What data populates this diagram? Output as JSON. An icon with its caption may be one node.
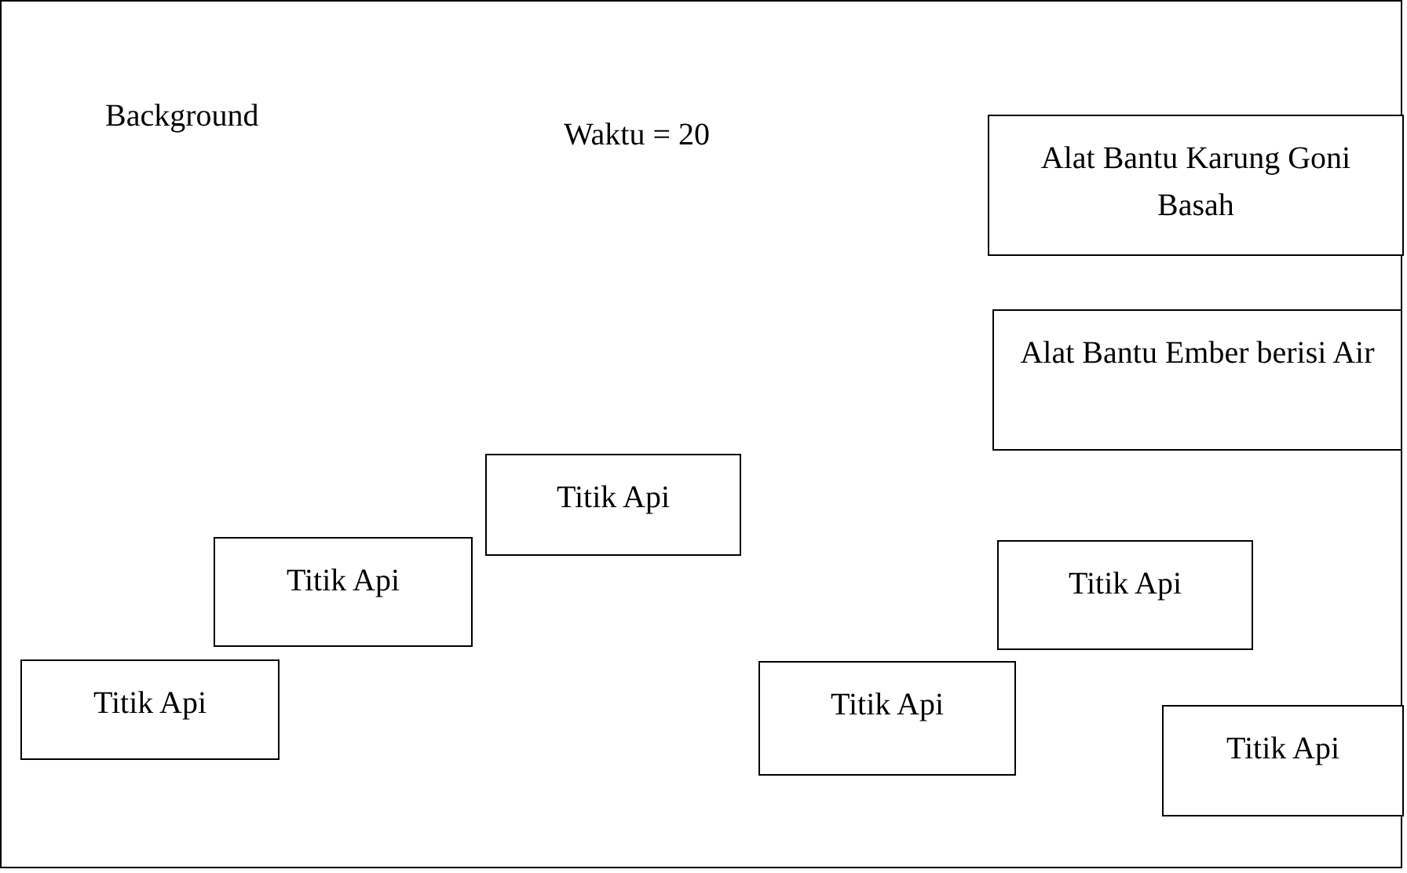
{
  "diagram": {
    "nodes": [
      {
        "text": [
          "Background"
        ]
      },
      {
        "text": [
          "Alat Bantu Karung Goni Basah"
        ],
        "in": 0
      },
      {
        "text": [
          "Alat Bantu Ember berisi Air"
        ],
        "in": 0
      },
      {
        "text": [
          "Titik Api"
        ],
        "in": 0
      },
      {
        "text": [
          "Titik Api"
        ],
        "in": 0
      },
      {
        "text": [
          "Titik Api"
        ],
        "in": 0
      },
      {
        "text": [
          "Titik Api"
        ],
        "in": 0
      },
      {
        "text": [
          "Titik Api"
        ],
        "in": 0
      },
      {
        "text": [
          "Titik Api"
        ],
        "in": 0
      }
    ],
    "edges": [],
    "labels": [
      "Waktu = 20"
    ]
  }
}
